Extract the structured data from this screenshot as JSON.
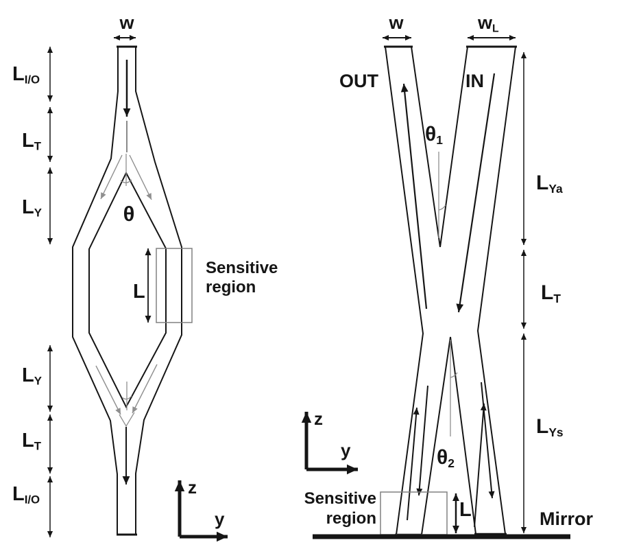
{
  "left": {
    "w": "w",
    "l_io_top": {
      "main": "L",
      "sub": "I/O"
    },
    "l_t_top": {
      "main": "L",
      "sub": "T"
    },
    "l_y_top": {
      "main": "L",
      "sub": "Y"
    },
    "theta": "θ",
    "l_mid": "L",
    "sens1": "Sensitive",
    "sens2": "region",
    "l_y_bot": {
      "main": "L",
      "sub": "Y"
    },
    "l_t_bot": {
      "main": "L",
      "sub": "T"
    },
    "l_io_bot": {
      "main": "L",
      "sub": "I/O"
    },
    "axis_z": "z",
    "axis_y": "y"
  },
  "right": {
    "w": "w",
    "w_l": {
      "main": "w",
      "sub": "L"
    },
    "out": "OUT",
    "in": "IN",
    "theta1": {
      "main": "θ",
      "sub": "1"
    },
    "theta2": {
      "main": "θ",
      "sub": "2"
    },
    "l_ya": {
      "main": "L",
      "sub": "Ya"
    },
    "l_t": {
      "main": "L",
      "sub": "T"
    },
    "l_ys": {
      "main": "L",
      "sub": "Ys"
    },
    "l_near_mirror": "L",
    "sens1": "Sensitive",
    "sens2": "region",
    "mirror": "Mirror",
    "axis_z": "z",
    "axis_y": "y"
  },
  "colors": {
    "ink": "#151515",
    "guide_gray": "#8f8f8f",
    "box_gray": "#808080",
    "background": "#ffffff"
  }
}
